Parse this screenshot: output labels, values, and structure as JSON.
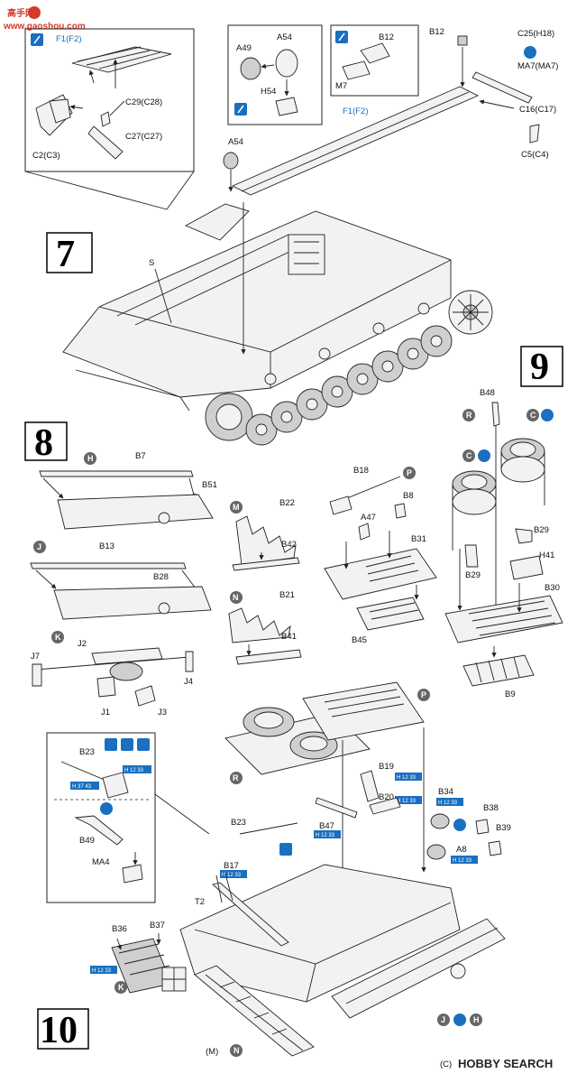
{
  "watermark": {
    "site": "高手网",
    "url": "www.gaoshou.com"
  },
  "footer": {
    "brand": "HOBBY SEARCH",
    "copyright": "(C)"
  },
  "steps": {
    "s7": "7",
    "s8": "8",
    "s9": "9",
    "s10": "10"
  },
  "step7": {
    "inset_left": [
      "F1(F2)",
      "C29(C28)",
      "C27(C27)",
      "C2(C3)"
    ],
    "inset_mid": [
      "A49",
      "A54",
      "H54"
    ],
    "inset_right": [
      "B12",
      "M7"
    ],
    "main": [
      "B12",
      "C25(H18)",
      "MA7(MA7)",
      "C16(C17)",
      "C5(C4)",
      "F1(F2)",
      "A54",
      "S"
    ]
  },
  "step8": {
    "h_assy": {
      "circle": "H",
      "labels": [
        "B7",
        "B51"
      ]
    },
    "j_assy": {
      "circle": "J",
      "labels": [
        "B13",
        "B28"
      ]
    },
    "k_assy": {
      "circle": "K",
      "labels": [
        "J2",
        "J7",
        "J1",
        "J3",
        "J4"
      ]
    },
    "m_assy": {
      "circle": "M",
      "labels": [
        "B22",
        "B42"
      ]
    },
    "n_assy": {
      "circle": "N",
      "labels": [
        "B21",
        "B41"
      ]
    },
    "p_assy": {
      "circle": "P",
      "labels": [
        "B18",
        "B8",
        "A47",
        "B31",
        "B45"
      ]
    }
  },
  "step9": {
    "circle_r": "R",
    "circle_c1": "C",
    "circle_c2": "C",
    "labels": [
      "B48",
      "B29",
      "H41",
      "B29",
      "B30",
      "B9"
    ]
  },
  "step10": {
    "circle_p": "P",
    "circle_r": "R",
    "circle_k": "K",
    "circle_j": "J",
    "circle_h": "H",
    "circle_m": "(M)",
    "circle_n": "N",
    "inset": [
      "B23",
      "B49",
      "MA4"
    ],
    "labels": [
      "B19",
      "B20",
      "B34",
      "B38",
      "B39",
      "A8",
      "B47",
      "B23",
      "B17",
      "T2",
      "B36",
      "B37"
    ],
    "color_codes": [
      "H 37 43",
      "H 12 33",
      "H 12 33",
      "H 12 33",
      "H 12 33",
      "H 12 33",
      "H 12 33",
      "H 12 33",
      "H 12 33"
    ]
  },
  "colors": {
    "blue": "#1a6fc0",
    "red": "#d23a2a",
    "grey": "#666666",
    "ink": "#111111"
  }
}
